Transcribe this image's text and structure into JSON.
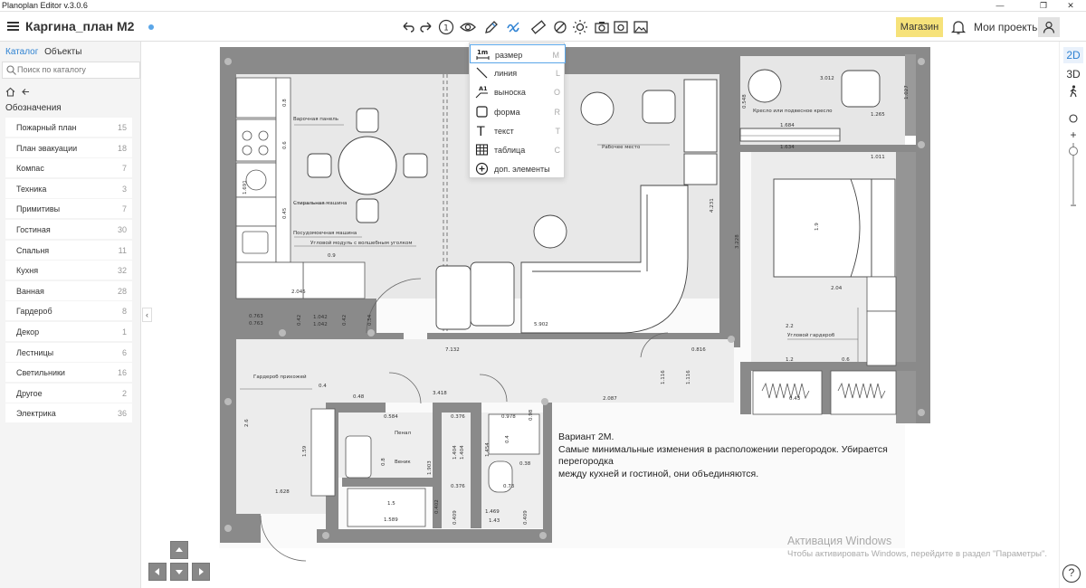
{
  "window": {
    "app_title": "Planoplan Editor v.3.0.6",
    "minimize": "—",
    "maximize": "❐",
    "close": "✕"
  },
  "toolbar": {
    "doc_title": "Каргина_план М2",
    "shop_label": "Магазин",
    "projects_label": "Мои проекты",
    "step_number": "1"
  },
  "left_panel": {
    "tabs": [
      "Каталог",
      "Объекты"
    ],
    "search_placeholder": "Поиск по каталогу",
    "section_title": "Обозначения",
    "items": [
      {
        "name": "Пожарный план",
        "count": "15"
      },
      {
        "name": "План эвакуации",
        "count": "18"
      },
      {
        "name": "Компас",
        "count": "7"
      },
      {
        "name": "Техника",
        "count": "3"
      },
      {
        "name": "Примитивы",
        "count": "7"
      },
      {
        "name": "Гостиная",
        "count": "30"
      },
      {
        "name": "Спальня",
        "count": "11"
      },
      {
        "name": "Кухня",
        "count": "32"
      },
      {
        "name": "Ванная",
        "count": "28"
      },
      {
        "name": "Гардероб",
        "count": "8"
      },
      {
        "name": "Декор",
        "count": "1"
      },
      {
        "name": "Лестницы",
        "count": "6"
      },
      {
        "name": "Светильники",
        "count": "16"
      },
      {
        "name": "Другое",
        "count": "2"
      },
      {
        "name": "Электрика",
        "count": "36"
      }
    ]
  },
  "tool_menu": {
    "items": [
      {
        "label": "размер",
        "key": "M",
        "icon": "dimension-icon",
        "glyph": "1m"
      },
      {
        "label": "линия",
        "key": "L",
        "icon": "line-icon"
      },
      {
        "label": "выноска",
        "key": "O",
        "icon": "callout-icon",
        "glyph": "A1"
      },
      {
        "label": "форма",
        "key": "R",
        "icon": "shape-icon"
      },
      {
        "label": "текст",
        "key": "T",
        "icon": "text-icon",
        "glyph": "T"
      },
      {
        "label": "таблица",
        "key": "C",
        "icon": "table-icon"
      },
      {
        "label": "доп. элементы",
        "key": "",
        "icon": "add-elements-icon"
      }
    ]
  },
  "right_panel": {
    "view_2d": "2D",
    "view_3d": "3D",
    "zoom_in": "+",
    "zoom_out": "−",
    "zoom_level": 0.08,
    "help": "?"
  },
  "plan_labels": {
    "cooktop": "Варочная панель",
    "washer": "Стиральная машина",
    "dishwasher": "Посудомоечная машина",
    "corner_module": "Угловой модуль с волшебным уголком",
    "workplace": "Рабочее место",
    "armchair": "Кресло или подвесное кресло",
    "corner_wardrobe": "Угловой гардероб",
    "hall_wardrobe": "Гардероб прихожей",
    "pencil_case": "Пенал",
    "broom": "Веник"
  },
  "plan_dims": {
    "d_0_8": "0.8",
    "d_0_9": "0.9",
    "d_0_6": "0.6",
    "d_0_45": "0.45",
    "d_1_691": "1.691",
    "d_2_045": "2.045",
    "d_1_042a": "1.042",
    "d_1_042b": "1.042",
    "d_0_42a": "0.42",
    "d_0_42b": "0.42",
    "d_0_54": "0.54",
    "d_0_763a": "0.763",
    "d_0_763b": "0.763",
    "d_5_902": "5.902",
    "d_7_132": "7.132",
    "d_0_816": "0.816",
    "d_4_231": "4.231",
    "d_3_228": "3.228",
    "d_3_012": "3.012",
    "d_1_265": "1.265",
    "d_1_027": "1.027",
    "d_0_548": "0.548",
    "d_1_684": "1.684",
    "d_1_634": "1.634",
    "d_1_011": "1.011",
    "d_2_04": "2.04",
    "d_1_9": "1.9",
    "d_1_2": "1.2",
    "d_0_6b": "0.6",
    "d_0_43": "0.43",
    "d_1_116a": "1.116",
    "d_1_116b": "1.116",
    "d_2_087": "2.087",
    "d_0_4": "0.4",
    "d_0_48": "0.48",
    "d_3_418": "3.418",
    "d_2_6": "2.6",
    "d_1_59": "1.59",
    "d_1_628": "1.628",
    "d_0_584": "0.584",
    "d_0_8b": "0.8",
    "d_1_903": "1.903",
    "d_0_402": "0.402",
    "d_1_5": "1.5",
    "d_1_589": "1.589",
    "d_0_376a": "0.376",
    "d_0_376b": "0.376",
    "d_1_404a": "1.404",
    "d_1_404b": "1.404",
    "d_1_454": "1.454",
    "d_0_978": "0.978",
    "d_0_98": "0.98",
    "d_0_4b": "0.4",
    "d_0_38": "0.38",
    "d_0_73": "0.73",
    "d_1_469": "1.469",
    "d_1_43": "1.43",
    "d_0_409a": "0.409",
    "d_0_409b": "0.409",
    "d_2_2": "2.2"
  },
  "variant_note": {
    "title": "Вариант 2М.",
    "line1": "Самые минимальные изменения в расположении перегородок. Убирается перегородка",
    "line2": "между кухней и гостиной, они объединяются."
  },
  "watermark": {
    "line1": "Активация Windows",
    "line2": "Чтобы активировать Windows, перейдите в раздел \"Параметры\"."
  },
  "colors": {
    "accent_blue": "#2e82d2",
    "shop_yellow": "#f6e27a",
    "wall_gray": "#8a8a8a"
  }
}
